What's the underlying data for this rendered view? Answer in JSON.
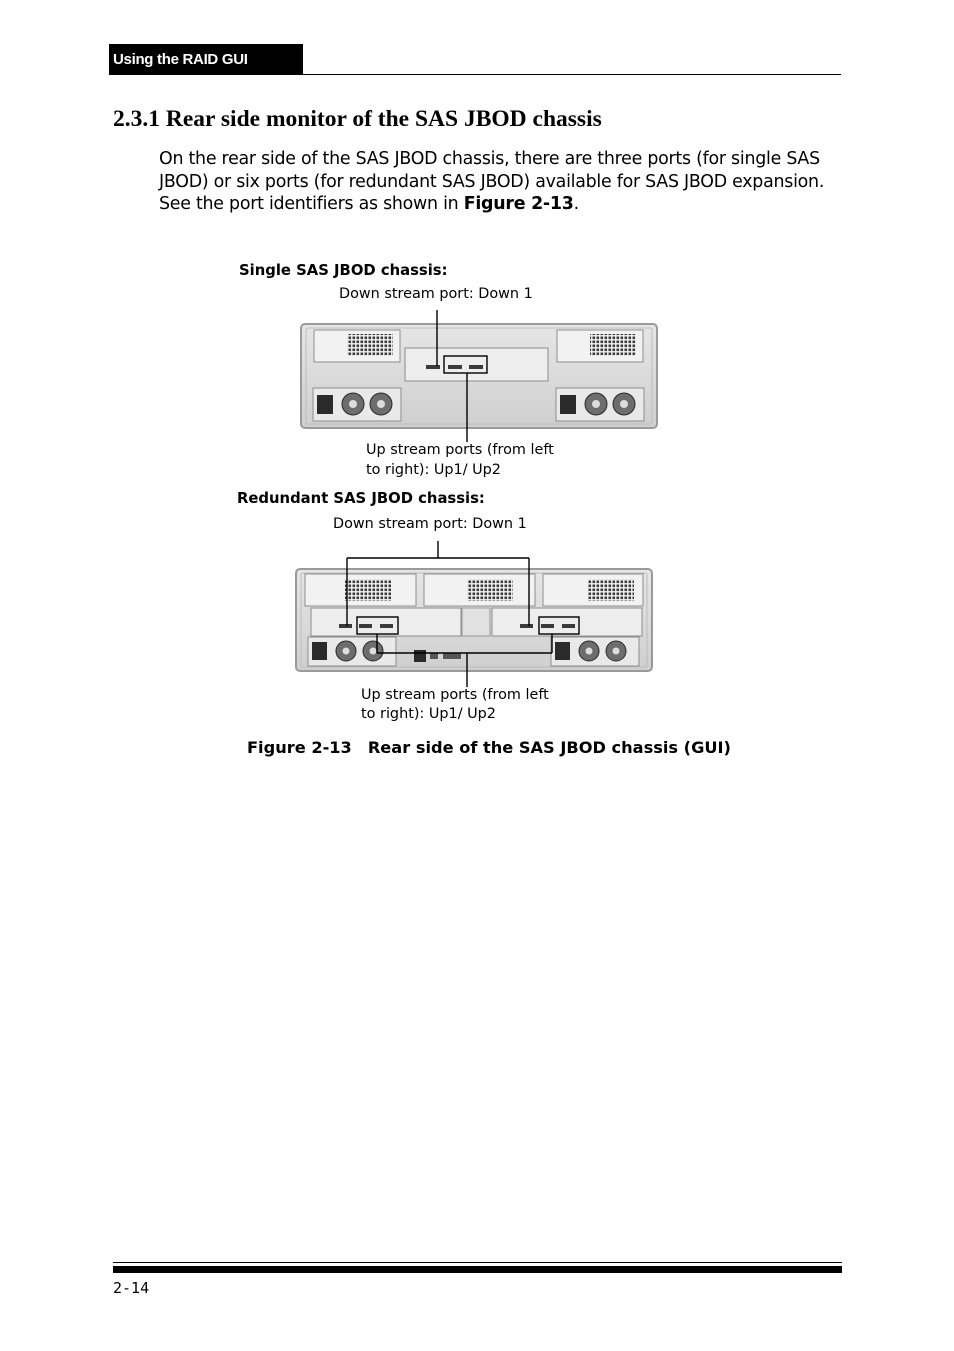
{
  "header": {
    "tab_label": "Using the RAID GUI"
  },
  "section": {
    "title": "2.3.1  Rear side monitor of the SAS JBOD chassis",
    "intro_text": "On the rear side of the SAS JBOD chassis, there are three ports (for single SAS JBOD) or six ports (for redundant SAS JBOD) available for SAS JBOD expansion. See the port identifiers as shown in ",
    "intro_ref": "Figure 2-13",
    "intro_end": "."
  },
  "figure": {
    "single": {
      "heading": "Single SAS JBOD chassis:",
      "down_label": "Down stream port: Down 1",
      "up_label_line1": "Up stream ports (from left",
      "up_label_line2": "to right): Up1/ Up2"
    },
    "redundant": {
      "heading": "Redundant SAS JBOD chassis:",
      "down_label": "Down stream port: Down 1",
      "up_label_line1": "Up stream ports (from left",
      "up_label_line2": "to right): Up1/ Up2"
    },
    "caption_number": "Figure 2-13",
    "caption_text": "Rear side of the SAS JBOD chassis (GUI)"
  },
  "footer": {
    "page_number": "2-14"
  },
  "colors": {
    "chassis_body": "#d9d9d9",
    "chassis_frame": "#a9a9a9",
    "panel": "#f0f0f0",
    "vent": "#444444"
  }
}
